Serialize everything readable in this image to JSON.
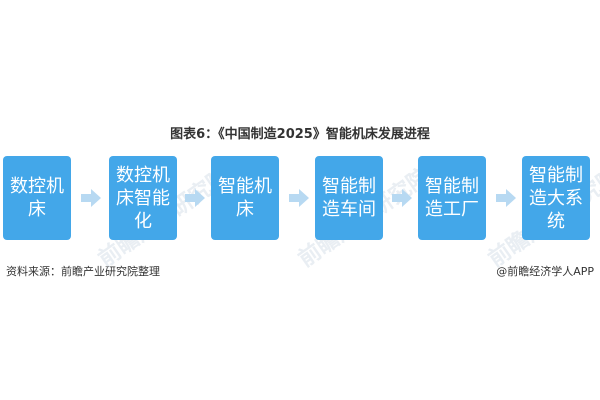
{
  "title": "图表6：《中国制造2025》智能机床发展进程",
  "steps": [
    {
      "label": "数控机床"
    },
    {
      "label": "数控机床智能化"
    },
    {
      "label": "智能机床"
    },
    {
      "label": "智能制造车间"
    },
    {
      "label": "智能制造工厂"
    },
    {
      "label": "智能制造大系统"
    }
  ],
  "source": "资料来源：前瞻产业研究院整理",
  "credit": "@前瞻经济学人APP",
  "watermark": "前瞻产业研究院",
  "colors": {
    "box": "#43a7e9",
    "arrow": "#b7d9f2",
    "text": "#333333"
  }
}
